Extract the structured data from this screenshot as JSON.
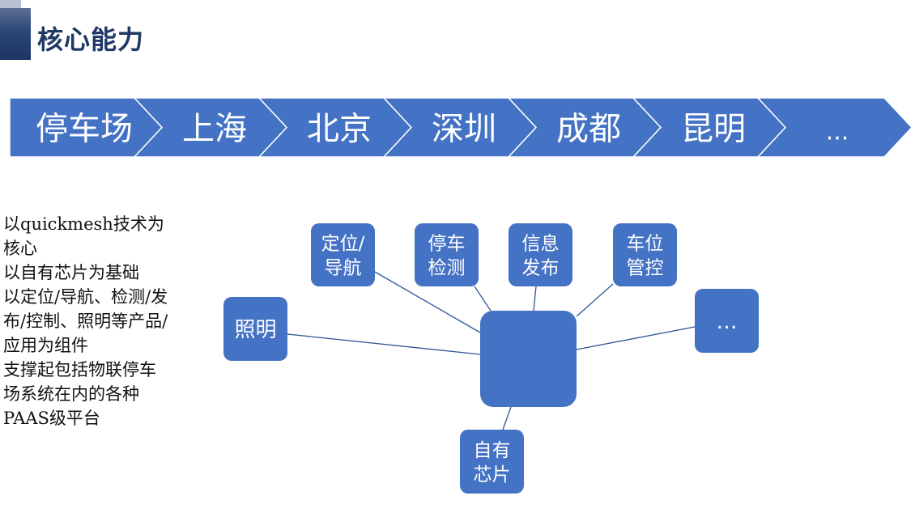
{
  "header": {
    "title": "核心能力"
  },
  "process_steps": [
    "停车场",
    "上海",
    "北京",
    "深圳",
    "成都",
    "昆明",
    "..."
  ],
  "description": [
    "以quickmesh技术为核心",
    "以自有芯片为基础",
    "以定位/导航、检测/发布/控制、照明等产品/应用为组件",
    "支撑起包括物联停车场系统在内的各种PAAS级平台"
  ],
  "diagram": {
    "center_label": "",
    "nodes": [
      {
        "id": "positioning-navigation",
        "lines": [
          "定位/",
          "导航"
        ]
      },
      {
        "id": "parking-detection",
        "lines": [
          "停车",
          "检测"
        ]
      },
      {
        "id": "info-publishing",
        "lines": [
          "信息",
          "发布"
        ]
      },
      {
        "id": "parking-control",
        "lines": [
          "车位",
          "管控"
        ]
      },
      {
        "id": "lighting",
        "lines": [
          "照明"
        ]
      },
      {
        "id": "more",
        "lines": [
          "…"
        ]
      },
      {
        "id": "own-chip",
        "lines": [
          "自有",
          "芯片"
        ]
      }
    ]
  },
  "colors": {
    "accent": "#4472c4",
    "title": "#1f3864",
    "connector": "#2f5597",
    "text_on_accent": "#ffffff"
  }
}
